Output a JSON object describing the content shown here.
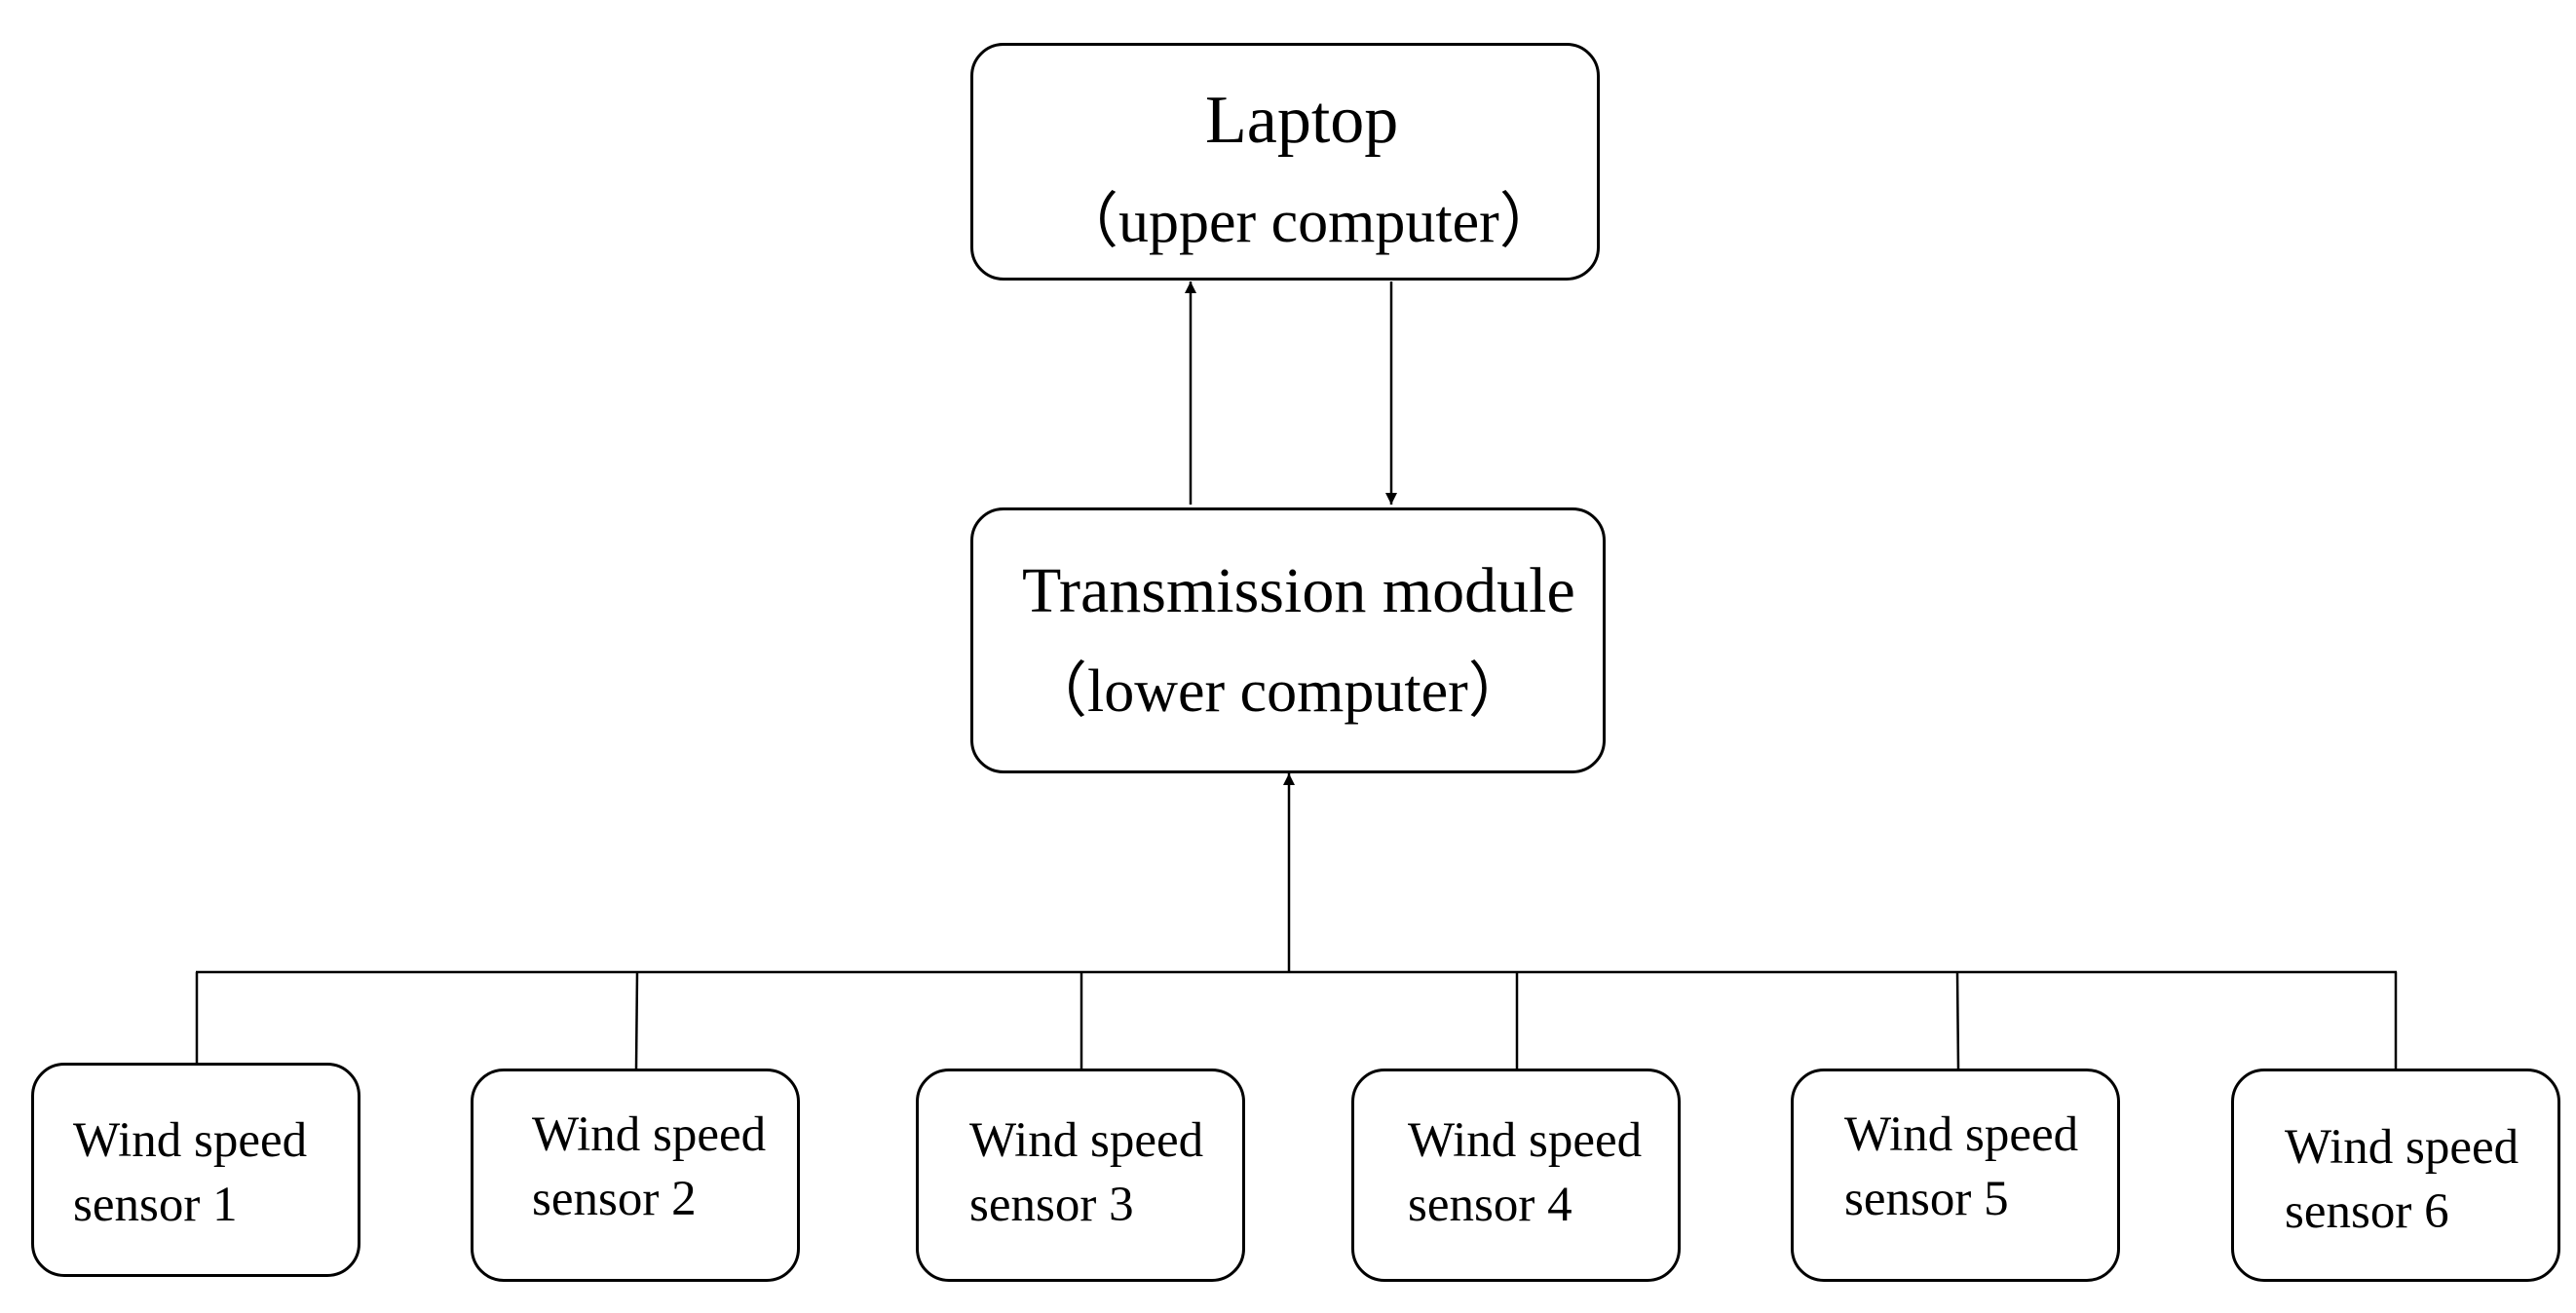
{
  "nodes": {
    "laptop": {
      "title": "Laptop",
      "subtitle": "（upper computer）"
    },
    "transmission": {
      "title": "Transmission module",
      "subtitle": "（lower computer）"
    }
  },
  "sensors": [
    {
      "line1": "Wind speed",
      "line2": "sensor 1"
    },
    {
      "line1": "Wind speed",
      "line2": "sensor 2"
    },
    {
      "line1": "Wind speed",
      "line2": "sensor 3"
    },
    {
      "line1": "Wind speed",
      "line2": "sensor 4"
    },
    {
      "line1": "Wind speed",
      "line2": "sensor 5"
    },
    {
      "line1": "Wind speed",
      "line2": "sensor 6"
    }
  ],
  "colors": {
    "stroke": "#000000",
    "background": "#ffffff"
  }
}
